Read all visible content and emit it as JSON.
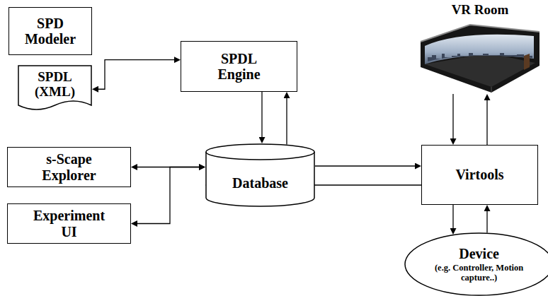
{
  "diagram": {
    "nodes": [
      {
        "text": [
          "SPD Modeler"
        ]
      },
      {
        "text": [
          "SPDL (XML)"
        ]
      },
      {
        "text": [
          "SPDL Engine"
        ]
      },
      {
        "text": [
          "VR Room"
        ]
      },
      {
        "text": [
          "s-Scape Explorer"
        ]
      },
      {
        "text": [
          "Database"
        ]
      },
      {
        "text": [
          "Virtools"
        ]
      },
      {
        "text": [
          "Experiment UI"
        ]
      },
      {
        "text": [
          "Device",
          "(e.g. Controller, Motion capture..)"
        ]
      }
    ],
    "edges": [
      {
        "from": 0,
        "to": 1,
        "arrow": "to"
      },
      {
        "from": 1,
        "to": 2,
        "arrow": "both"
      },
      {
        "from": 2,
        "to": 5,
        "arrow": "to"
      },
      {
        "from": 5,
        "to": 2,
        "arrow": "to"
      },
      {
        "from": 4,
        "to": 5,
        "arrow": "both"
      },
      {
        "from": 5,
        "to": 7,
        "arrow": "both"
      },
      {
        "from": 5,
        "to": 6,
        "arrow": "to"
      },
      {
        "from": 6,
        "to": 5,
        "arrow": "to"
      },
      {
        "from": 3,
        "to": 6,
        "arrow": "to"
      },
      {
        "from": 6,
        "to": 3,
        "arrow": "to"
      },
      {
        "from": 6,
        "to": 8,
        "arrow": "to"
      },
      {
        "from": 8,
        "to": 6,
        "arrow": "to"
      }
    ]
  }
}
